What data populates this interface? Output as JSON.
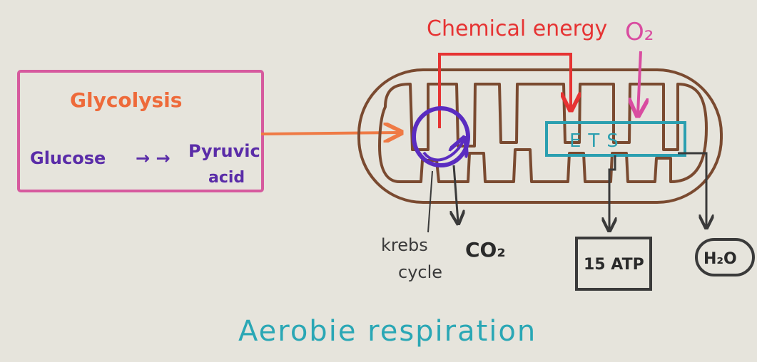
{
  "diagram": {
    "title": "Aerobie respiration",
    "glycolysis": {
      "title": "Glycolysis",
      "glucose": "Glucose",
      "arrows": "→ →",
      "product_line1": "Pyruvic",
      "product_line2": "acid"
    },
    "chemical_energy_label": "Chemical energy",
    "oxygen_label": "O₂",
    "ets_label": "ETS",
    "krebs_label_line1": "krebs",
    "krebs_label_line2": "cycle",
    "co2_label": "CO₂",
    "atp_label": "15 ATP",
    "water_label": "H₂O"
  },
  "colors": {
    "paper": "#e6e4dc",
    "glycolysis_box": "#d65a9e",
    "glycolysis_title": "#ee6a3a",
    "glucose_text": "#5a2ca8",
    "feed_arrow": "#ef7a45",
    "mitochondrion": "#7a4a30",
    "chemical_energy": "#e63333",
    "oxygen": "#d94ca0",
    "ets_box": "#2b9fb0",
    "krebs_circle": "#5a2cc0",
    "output_lines": "#3a3a3a",
    "title": "#2aa7b5"
  }
}
